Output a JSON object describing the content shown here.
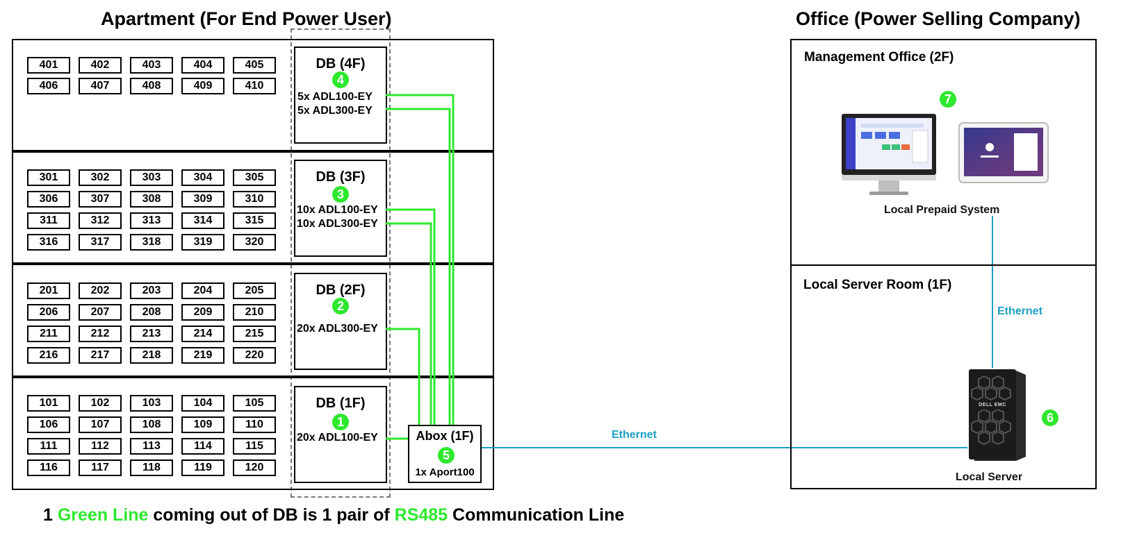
{
  "apartment": {
    "title": "Apartment (For End Power User)",
    "floors": [
      {
        "rooms": [
          "401",
          "402",
          "403",
          "404",
          "405",
          "406",
          "407",
          "408",
          "409",
          "410"
        ],
        "db": {
          "label": "DB (4F)",
          "badge": "4",
          "meters": [
            "5x ADL100-EY",
            "5x ADL300-EY"
          ]
        }
      },
      {
        "rooms": [
          "301",
          "302",
          "303",
          "304",
          "305",
          "306",
          "307",
          "308",
          "309",
          "310",
          "311",
          "312",
          "313",
          "314",
          "315",
          "316",
          "317",
          "318",
          "319",
          "320"
        ],
        "db": {
          "label": "DB (3F)",
          "badge": "3",
          "meters": [
            "10x ADL100-EY",
            "10x ADL300-EY"
          ]
        }
      },
      {
        "rooms": [
          "201",
          "202",
          "203",
          "204",
          "205",
          "206",
          "207",
          "208",
          "209",
          "210",
          "211",
          "212",
          "213",
          "214",
          "215",
          "216",
          "217",
          "218",
          "219",
          "220"
        ],
        "db": {
          "label": "DB (2F)",
          "badge": "2",
          "meters": [
            "20x ADL300-EY"
          ]
        }
      },
      {
        "rooms": [
          "101",
          "102",
          "103",
          "104",
          "105",
          "106",
          "107",
          "108",
          "109",
          "110",
          "111",
          "112",
          "113",
          "114",
          "115",
          "116",
          "117",
          "118",
          "119",
          "120"
        ],
        "db": {
          "label": "DB (1F)",
          "badge": "1",
          "meters": [
            "20x ADL100-EY"
          ]
        }
      }
    ],
    "abox": {
      "label": "Abox (1F)",
      "badge": "5",
      "content": "1x Aport100"
    }
  },
  "office": {
    "title": "Office (Power Selling Company)",
    "management": {
      "title": "Management Office (2F)",
      "badge": "7",
      "caption": "Local Prepaid System",
      "icons": [
        "monitor-icon",
        "tablet-icon"
      ]
    },
    "server_room": {
      "title": "Local Server Room (1F)",
      "badge": "6",
      "caption": "Local Server",
      "icon": "server-tower-icon",
      "brand": "DELL EMC"
    }
  },
  "links": {
    "ethernet_vertical": "Ethernet",
    "ethernet_horizontal": "Ethernet"
  },
  "legend": {
    "p1": "1 ",
    "green_line": "Green Line",
    "p2": " coming out of DB is 1 pair of ",
    "rs485": "RS485",
    "p3": " Communication Line"
  },
  "colors": {
    "rs485_line": "#2ee82e",
    "ethernet_line": "#1a9fc4",
    "badge": "#2ee82e"
  }
}
